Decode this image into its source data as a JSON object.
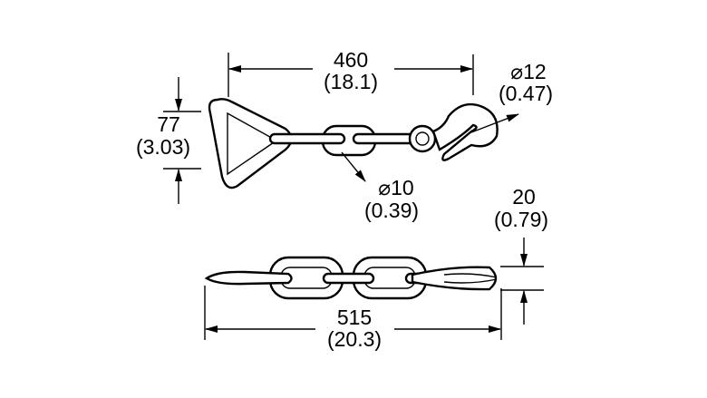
{
  "top_view": {
    "length_mm": "460",
    "length_in": "(18.1)",
    "height_mm": "77",
    "height_in": "(3.03)",
    "hook_dia_mm": "⌀12",
    "hook_dia_in": "(0.47)",
    "chain_dia_mm": "⌀10",
    "chain_dia_in": "(0.39)"
  },
  "side_view": {
    "length_mm": "515",
    "length_in": "(20.3)",
    "thickness_mm": "20",
    "thickness_in": "(0.79)"
  }
}
